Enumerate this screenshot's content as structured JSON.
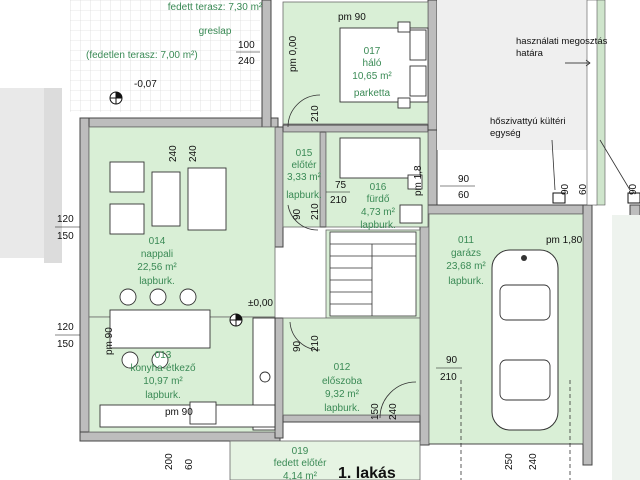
{
  "plan_title": "1. lakás",
  "rooms": [
    {
      "id": "terrace",
      "lines": [
        "fedett terasz: 7,30 m²",
        "greslap"
      ]
    },
    {
      "id": "terrace_open",
      "lines": [
        "(fedetlen terasz: 7,00 m²)"
      ]
    },
    {
      "id": "017",
      "lines": [
        "017",
        "háló",
        "10,65 m²",
        "parketta"
      ]
    },
    {
      "id": "015",
      "lines": [
        "015",
        "előtér",
        "3,33 m²",
        "lapburk."
      ]
    },
    {
      "id": "016",
      "lines": [
        "016",
        "fürdő",
        "4,73 m²",
        "lapburk."
      ]
    },
    {
      "id": "014",
      "lines": [
        "014",
        "nappali",
        "22,56 m²",
        "lapburk."
      ]
    },
    {
      "id": "013",
      "lines": [
        "013",
        "konyha-étkező",
        "10,97 m²",
        "lapburk."
      ]
    },
    {
      "id": "012",
      "lines": [
        "012",
        "előszoba",
        "9,32 m²",
        "lapburk."
      ]
    },
    {
      "id": "011",
      "lines": [
        "011",
        "garázs",
        "23,68 m²",
        "lapburk."
      ]
    },
    {
      "id": "019",
      "lines": [
        "019",
        "fedett előtér",
        "4,14 m²"
      ]
    }
  ],
  "dimensions": {
    "pm90_top": "pm 90",
    "pm000": "pm 0,00",
    "d100": "100",
    "d240_a": "240",
    "level_neg007": "-0,07",
    "d210_a": "210",
    "d240_b": "240",
    "d240_c": "240",
    "d75": "75",
    "d210_b": "210",
    "pm18_bath": "pm 1,8",
    "d90_a": "90",
    "d210_c": "210",
    "d120_a": "120",
    "d150_a": "150",
    "level_000": "±0,00",
    "d120_b": "120",
    "d150_b": "150",
    "pm90_left": "pm 90",
    "d90_b": "90",
    "d210_d": "210",
    "d90_c": "90",
    "d210_e": "210",
    "pm90_kitchen": "pm 90",
    "d150_c": "150",
    "d240_d": "240",
    "d200": "200",
    "d60_a": "60",
    "d250": "250",
    "d240_e": "240",
    "d90_d": "90",
    "d60_b": "60",
    "d90_e": "90",
    "d60_c": "60",
    "d90_f": "90",
    "pm180": "pm 1,80"
  },
  "annotations": {
    "property_line": "használati megosztás határa",
    "heat_pump": "hőszivattyú kültéri egység"
  }
}
